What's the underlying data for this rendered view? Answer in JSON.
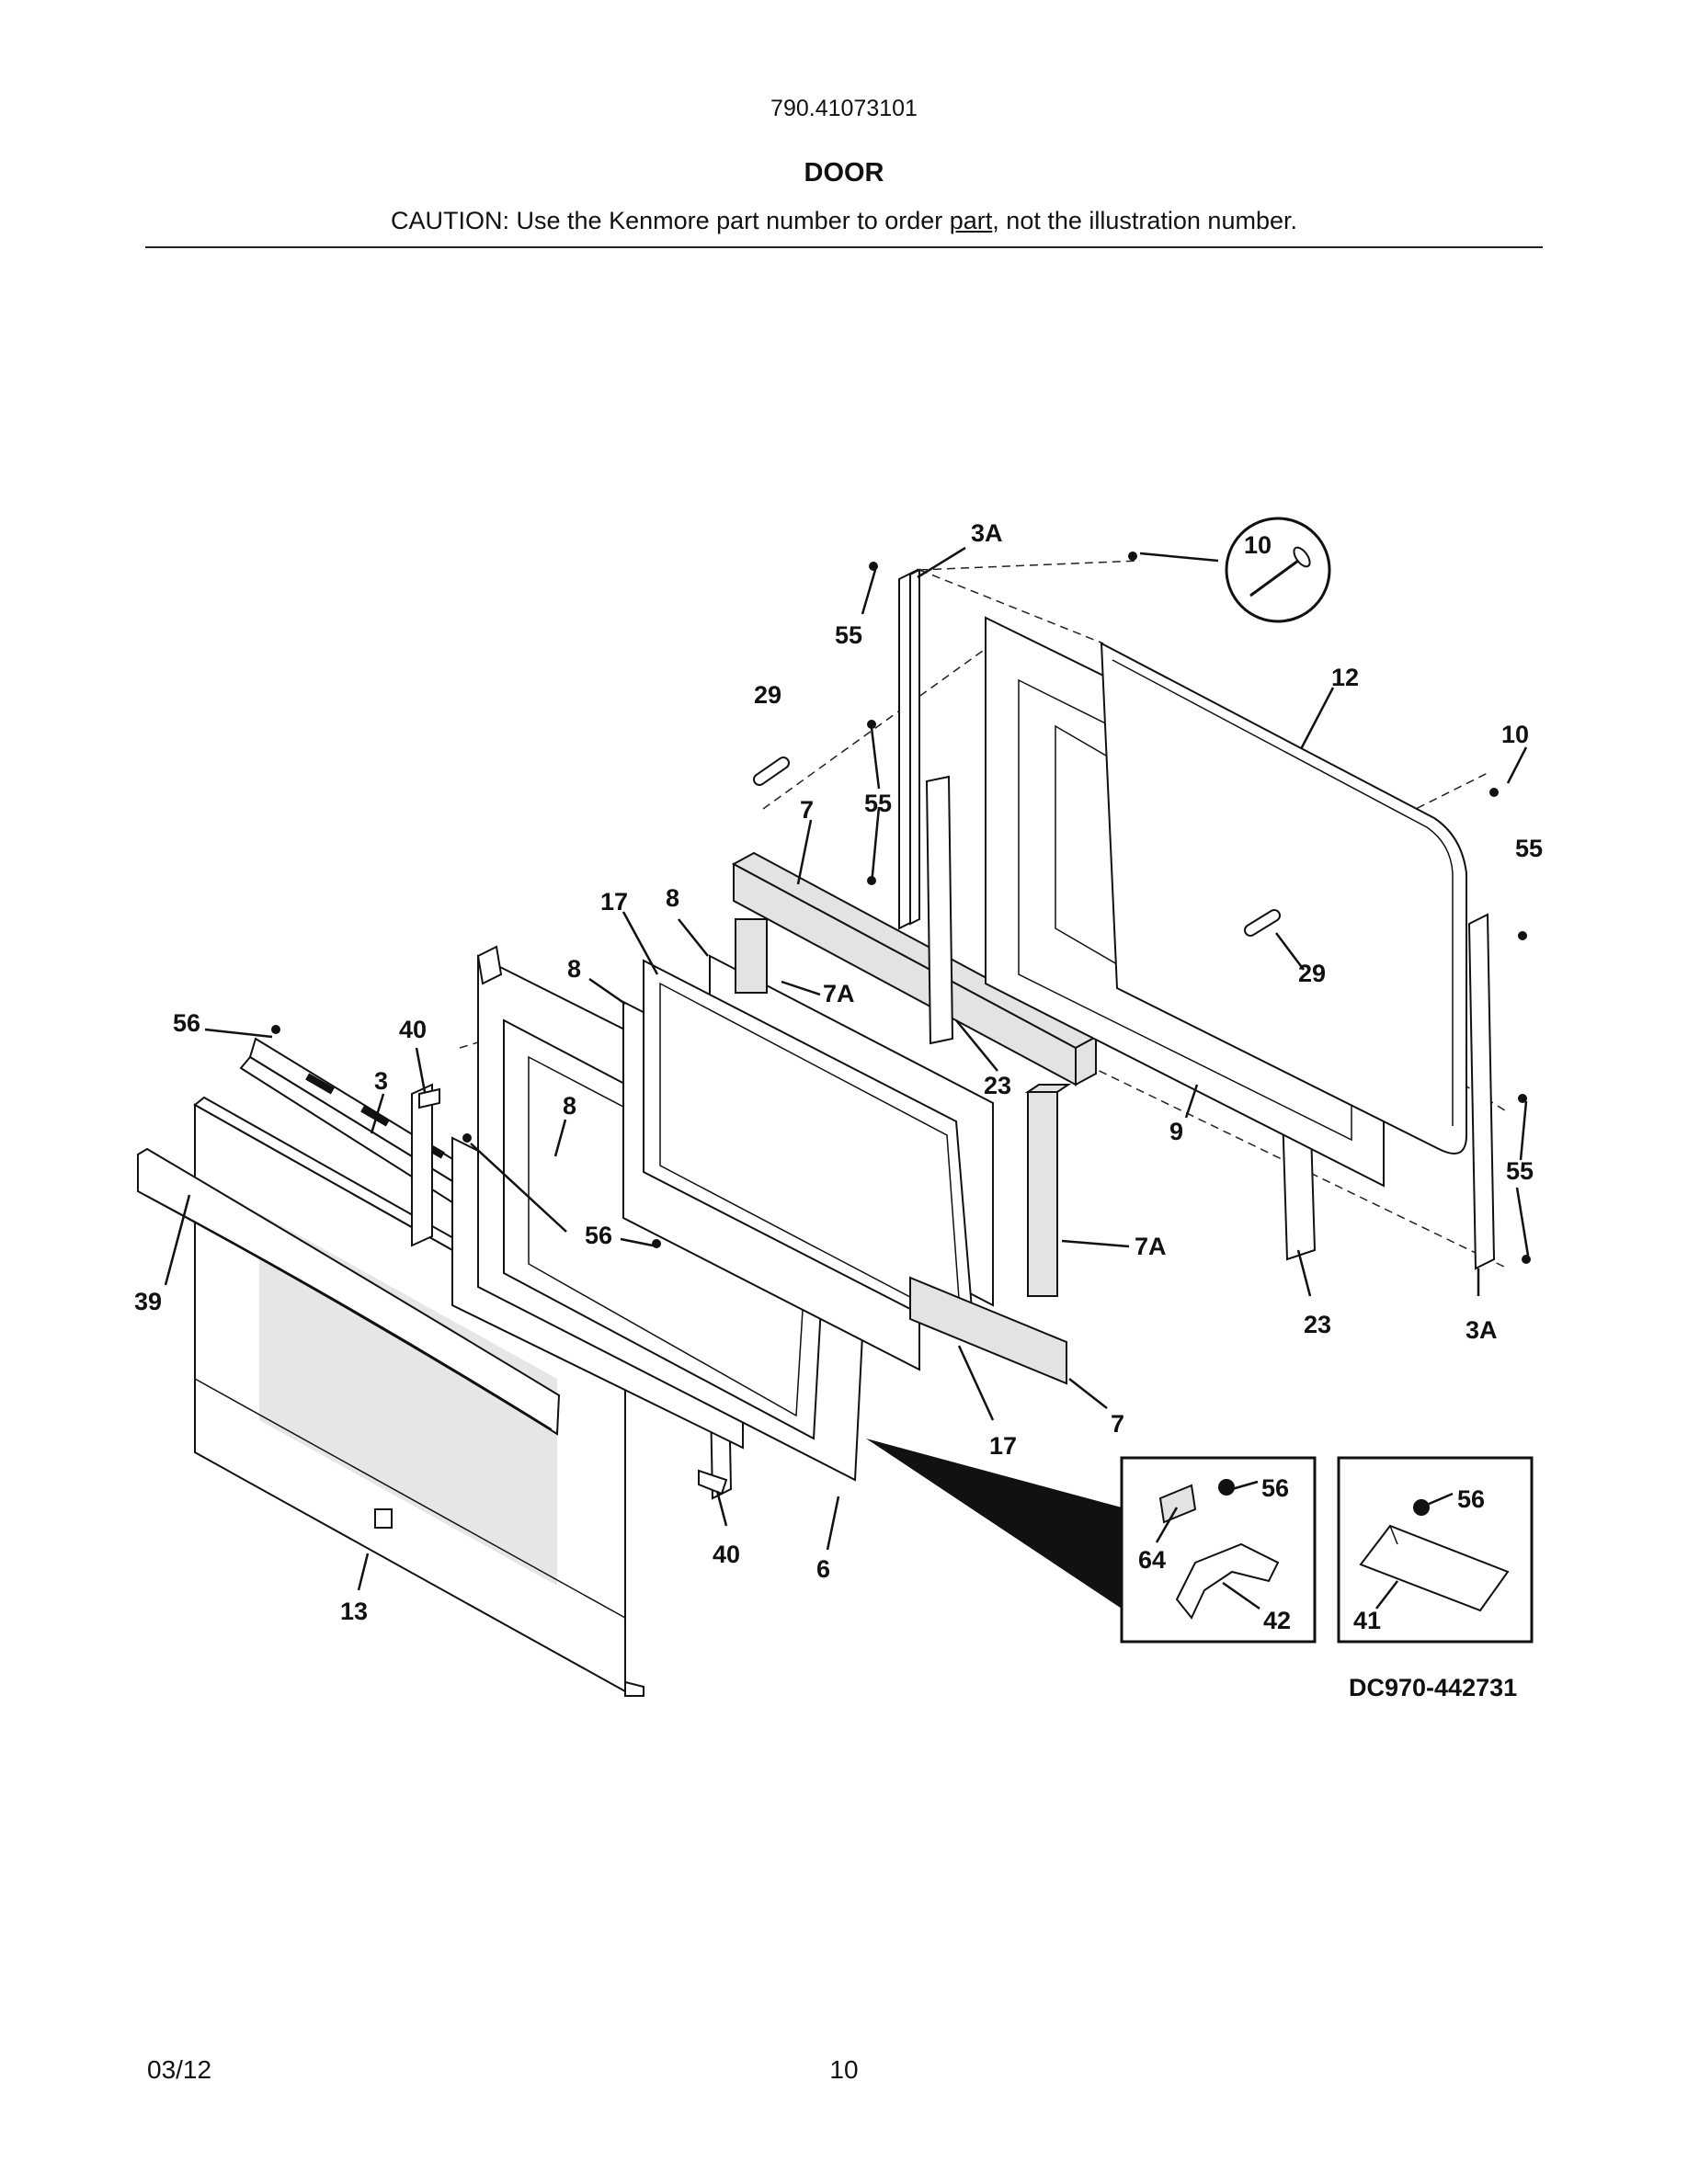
{
  "header": {
    "model_number": "790.41073101",
    "section_title": "DOOR",
    "caution_prefix": "CAUTION: Use the Kenmore part number to order ",
    "caution_link": "part",
    "caution_suffix": ", not the illustration number."
  },
  "diagram": {
    "callouts": [
      "3A",
      "10",
      "55",
      "12",
      "29",
      "10",
      "55",
      "7",
      "55",
      "17",
      "8",
      "7A",
      "8",
      "29",
      "56",
      "40",
      "23",
      "3",
      "8",
      "9",
      "55",
      "56",
      "7A",
      "39",
      "23",
      "3A",
      "7",
      "17",
      "56",
      "56",
      "64",
      "42",
      "41",
      "40",
      "6",
      "13"
    ],
    "drawing_code": "DC970-442731"
  },
  "footer": {
    "date": "03/12",
    "page_number": "10"
  }
}
